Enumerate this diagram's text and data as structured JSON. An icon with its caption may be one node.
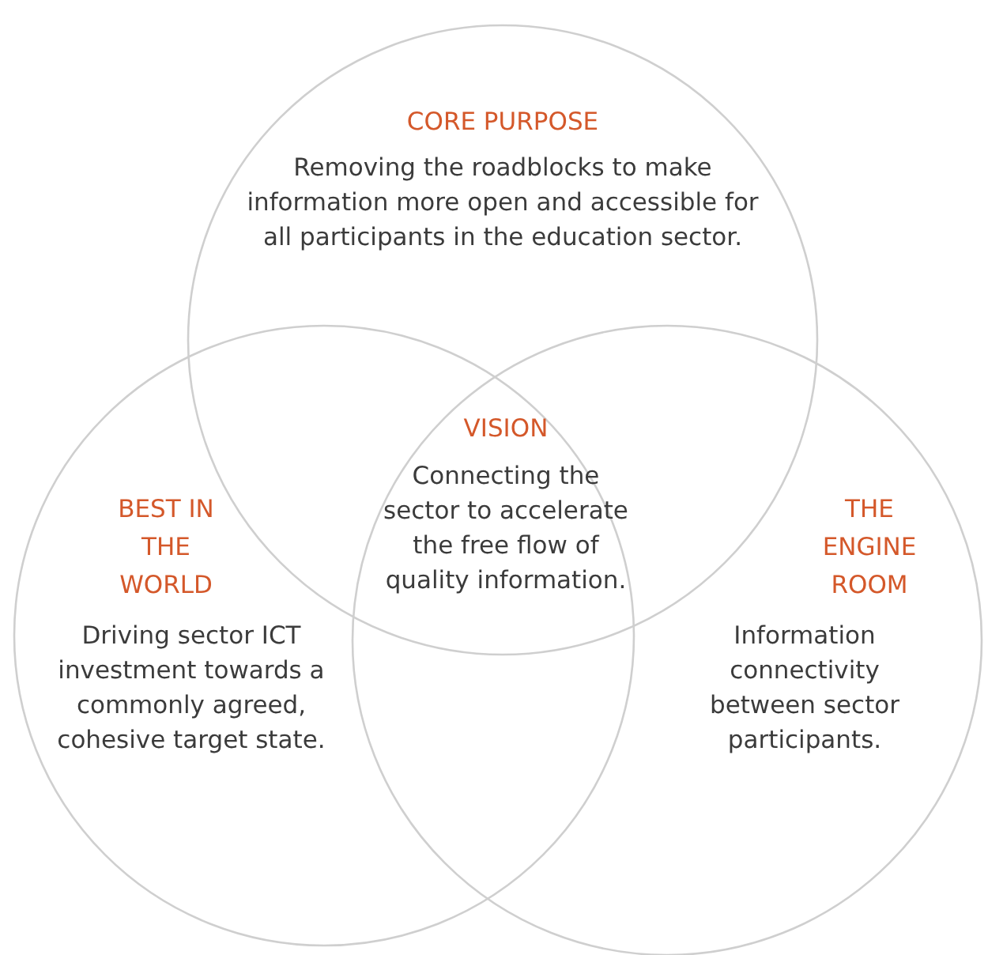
{
  "diagram": {
    "nodes": [
      {
        "text": [
          "CORE PURPOSE",
          "Removing the roadblocks to make information more open and accessible for all participants in the education sector."
        ]
      },
      {
        "text": [
          "BEST IN THE WORLD",
          "Driving sector ICT investment towards a commonly agreed, cohesive target state."
        ]
      },
      {
        "text": [
          "THE ENGINE ROOM",
          "Information connectivity between sector participants."
        ]
      }
    ],
    "labels": [
      "VISION",
      "Connecting the sector to accelerate the free flow of quality information."
    ]
  }
}
